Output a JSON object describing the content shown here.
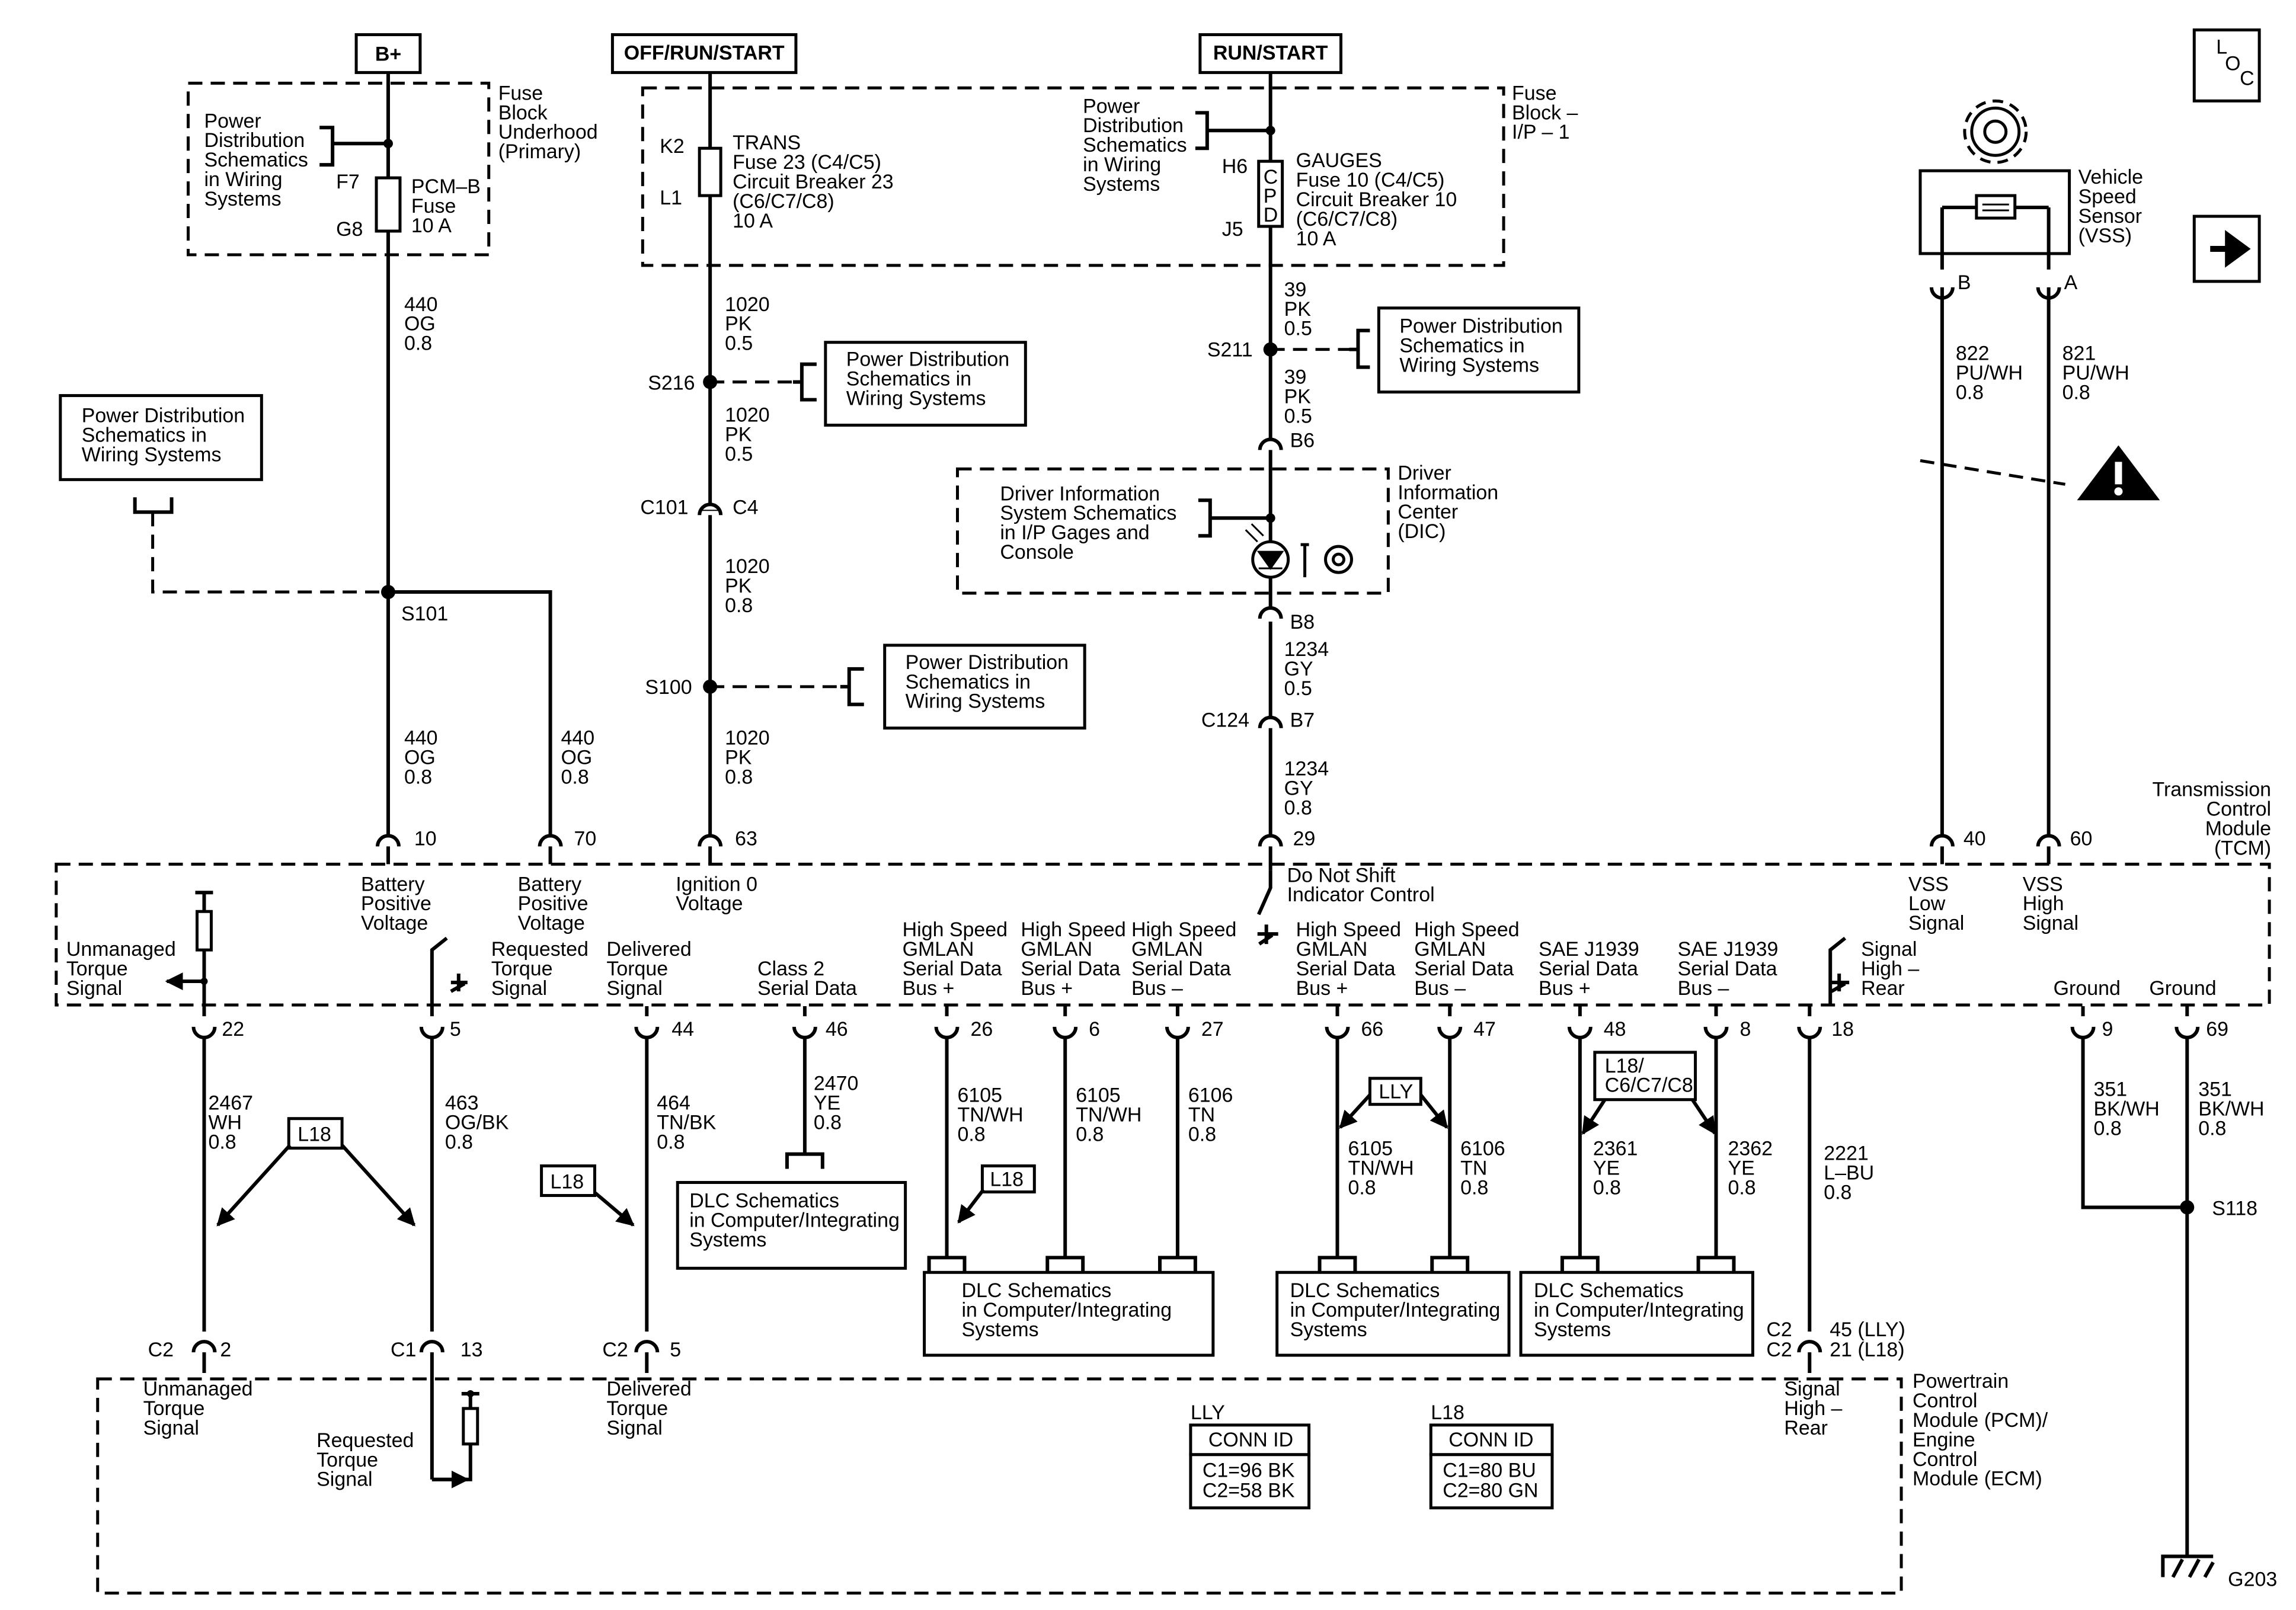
{
  "top": {
    "bplus": "B+",
    "offrunstart": "OFF/RUN/START",
    "runstart": "RUN/START",
    "loc": [
      "L",
      "O",
      "C"
    ]
  },
  "fuseblock_uh": [
    "Fuse",
    "Block",
    "Underhood",
    "(Primary)"
  ],
  "fuseblock_ip": [
    "Fuse",
    "Block –",
    "I/P – 1"
  ],
  "pd_short": [
    "Power",
    "Distribution",
    "Schematics",
    "in Wiring",
    "Systems"
  ],
  "pd_box": [
    "Power Distribution",
    "Schematics in",
    "Wiring Systems"
  ],
  "pcm_fuse": {
    "pin_top": "F7",
    "pin_bot": "G8",
    "label": [
      "PCM–B",
      "Fuse",
      "10 A"
    ]
  },
  "trans_fuse": {
    "pin_top": "K2",
    "pin_bot": "L1",
    "label": [
      "TRANS",
      "Fuse 23 (C4/C5)",
      "Circuit Breaker 23",
      "(C6/C7/C8)",
      "10 A"
    ]
  },
  "gauges_fuse": {
    "pin_top": "H6",
    "pin_bot": "J5",
    "cpd": [
      "C",
      "P",
      "D"
    ],
    "label": [
      "GAUGES",
      "Fuse 10 (C4/C5)",
      "Circuit Breaker 10",
      "(C6/C7/C8)",
      "10 A"
    ]
  },
  "wires": {
    "w440": [
      "440",
      "OG",
      "0.8"
    ],
    "w1020a": [
      "1020",
      "PK",
      "0.5"
    ],
    "w1020b": [
      "1020",
      "PK",
      "0.8"
    ],
    "w39": [
      "39",
      "PK",
      "0.5"
    ],
    "w1234": [
      "1234",
      "GY",
      "0.5"
    ],
    "w1234b": [
      "1234",
      "GY",
      "0.8"
    ],
    "w822": [
      "822",
      "PU/WH",
      "0.8"
    ],
    "w821": [
      "821",
      "PU/WH",
      "0.8"
    ],
    "w2467": [
      "2467",
      "WH",
      "0.8"
    ],
    "w463": [
      "463",
      "OG/BK",
      "0.8"
    ],
    "w464": [
      "464",
      "TN/BK",
      "0.8"
    ],
    "w2470": [
      "2470",
      "YE",
      "0.8"
    ],
    "w6105": [
      "6105",
      "TN/WH",
      "0.8"
    ],
    "w6106": [
      "6106",
      "TN",
      "0.8"
    ],
    "w2361": [
      "2361",
      "YE",
      "0.8"
    ],
    "w2362": [
      "2362",
      "YE",
      "0.8"
    ],
    "w2221": [
      "2221",
      "L–BU",
      "0.8"
    ],
    "w351": [
      "351",
      "BK/WH",
      "0.8"
    ]
  },
  "splices": {
    "s216": "S216",
    "s100": "S100",
    "s101": "S101",
    "s211": "S211",
    "s118": "S118",
    "c101": "C101",
    "c4": "C4",
    "c124": "C124",
    "b6": "B6",
    "b7": "B7",
    "b8": "B8",
    "g203": "G203"
  },
  "dic": {
    "label": [
      "Driver",
      "Information",
      "Center",
      "(DIC)"
    ],
    "schem": [
      "Driver Information",
      "System Schematics",
      "in I/P Gages and",
      "Console"
    ]
  },
  "vss": {
    "label": [
      "Vehicle",
      "Speed",
      "Sensor",
      "(VSS)"
    ],
    "pin_b": "B",
    "pin_a": "A"
  },
  "tcm": {
    "label": [
      "Transmission",
      "Control",
      "Module",
      "(TCM)"
    ],
    "pins_top": [
      "10",
      "70",
      "63",
      "29",
      "40",
      "60"
    ],
    "labels_top": {
      "batt1": [
        "Battery",
        "Positive",
        "Voltage"
      ],
      "batt2": [
        "Battery",
        "Positive",
        "Voltage"
      ],
      "ign": [
        "Ignition 0",
        "Voltage"
      ],
      "dns": [
        "Do Not Shift",
        "Indicator Control"
      ],
      "vssl": [
        "VSS",
        "Low",
        "Signal"
      ],
      "vssh": [
        "VSS",
        "High",
        "Signal"
      ]
    },
    "pins_bot": [
      "22",
      "5",
      "44",
      "46",
      "26",
      "6",
      "27",
      "66",
      "47",
      "48",
      "8",
      "18",
      "9",
      "69"
    ],
    "labels_bot": {
      "unmanaged": [
        "Unmanaged",
        "Torque",
        "Signal"
      ],
      "requested": [
        "Requested",
        "Torque",
        "Signal"
      ],
      "delivered": [
        "Delivered",
        "Torque",
        "Signal"
      ],
      "class2": [
        "Class 2",
        "Serial Data"
      ],
      "hsp": [
        "High Speed",
        "GMLAN",
        "Serial Data",
        "Bus +"
      ],
      "hsm": [
        "High Speed",
        "GMLAN",
        "Serial Data",
        "Bus –"
      ],
      "j1939p": [
        "SAE J1939",
        "Serial Data",
        "Bus +"
      ],
      "j1939m": [
        "SAE J1939",
        "Serial Data",
        "Bus –"
      ],
      "sighigh": [
        "Signal",
        "High –",
        "Rear"
      ],
      "ground": "Ground"
    }
  },
  "options": {
    "l18": "L18",
    "lly": "LLY",
    "l18c": [
      "L18/",
      "C6/C7/C8"
    ]
  },
  "dlc": [
    "DLC Schematics",
    "in Computer/Integrating",
    "Systems"
  ],
  "pcm": {
    "label": [
      "Powertrain",
      "Control",
      "Module (PCM)/",
      "Engine",
      "Control",
      "Module (ECM)"
    ],
    "conn": {
      "c2": "C2",
      "c1": "C1"
    },
    "pins": [
      "2",
      "13",
      "5"
    ],
    "pin18a": "45 (LLY)",
    "pin18b": "21 (L18)",
    "labels": {
      "unmanaged": [
        "Unmanaged",
        "Torque",
        "Signal"
      ],
      "requested": [
        "Requested",
        "Torque",
        "Signal"
      ],
      "delivered": [
        "Delivered",
        "Torque",
        "Signal"
      ],
      "sighigh": [
        "Signal",
        "High –",
        "Rear"
      ]
    },
    "lly": {
      "title": "LLY",
      "head": "CONN ID",
      "rows": [
        "C1=96 BK",
        "C2=58 BK"
      ]
    },
    "l18": {
      "title": "L18",
      "head": "CONN ID",
      "rows": [
        "C1=80 BU",
        "C2=80 GN"
      ]
    }
  }
}
